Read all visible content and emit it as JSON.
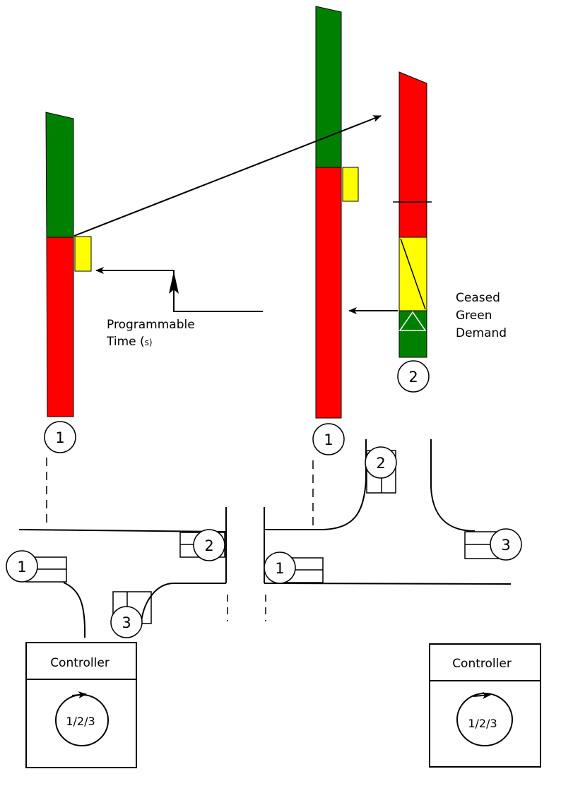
{
  "colors": {
    "green": "#008000",
    "red": "#ff0000",
    "yellow": "#ffff00",
    "line": "#000000"
  },
  "annotations": {
    "programmable_time_line1": "Programmable",
    "programmable_time_line2": "Time (",
    "programmable_time_unit": "s)",
    "ceased_green_line1": "Ceased",
    "ceased_green_line2": "Green",
    "ceased_green_line3": "Demand"
  },
  "signal_labels": {
    "left_phase": "1",
    "middle_phase": "1",
    "right_phase": "2"
  },
  "junction_left": {
    "det1": "1",
    "det2": "2",
    "det3": "3",
    "controller_title": "Controller",
    "cycle": "1/2/3"
  },
  "junction_right": {
    "det1": "1",
    "det2": "2",
    "det3": "3",
    "controller_title": "Controller",
    "cycle": "1/2/3"
  }
}
